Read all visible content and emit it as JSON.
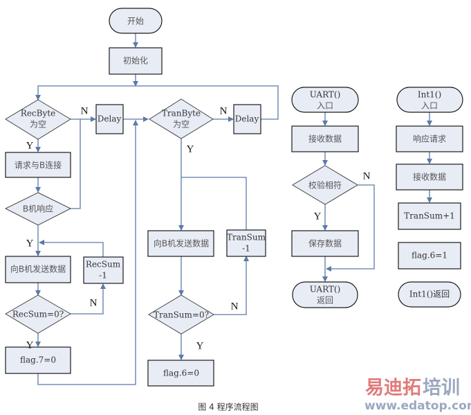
{
  "caption": "图 4  程序流程图",
  "watermark": {
    "brand_red": "易迪拓",
    "brand_blue": "培训",
    "url": "www.edatop.com",
    "colors": {
      "red": "#e07a7a",
      "blue": "#9aa8bf"
    }
  },
  "colors": {
    "node_fill": "#e8ecf5",
    "edge": "#5b7aa8",
    "border": "#1a1a1a"
  },
  "main_flow": {
    "start": "开始",
    "init": "初始化",
    "recbyte_empty": [
      "RecByte",
      "为空"
    ],
    "delay1": "Delay",
    "request_b": "请求与B连接",
    "b_response": "B机响应",
    "send_b_1": "向B机发送数据",
    "recsum_dec": [
      "RecSum",
      "-1"
    ],
    "recsum_zero": "RecSum=0?",
    "flag7": "flag.7=0",
    "tranbyte_empty": [
      "TranByte",
      "为空"
    ],
    "delay2": "Delay",
    "send_b_2": "向B机发送数据",
    "transum_dec": [
      "TranSum",
      "-1"
    ],
    "transum_zero": "TranSum=0?",
    "flag6_0": "flag.6=0"
  },
  "uart_flow": {
    "entry": [
      "UART()",
      "入口"
    ],
    "receive": "接收数据",
    "check": "校验相符",
    "save": "保存数据",
    "ret": [
      "UART()",
      "返回"
    ]
  },
  "int1_flow": {
    "entry": [
      "Int1()",
      "入口"
    ],
    "respond": "响应请求",
    "receive": "接收数据",
    "transum_inc": "TranSum+1",
    "flag6_1": "flag.6=1",
    "ret": "Int1()返回"
  },
  "branch_labels": {
    "yes": "Y",
    "no": "N"
  }
}
